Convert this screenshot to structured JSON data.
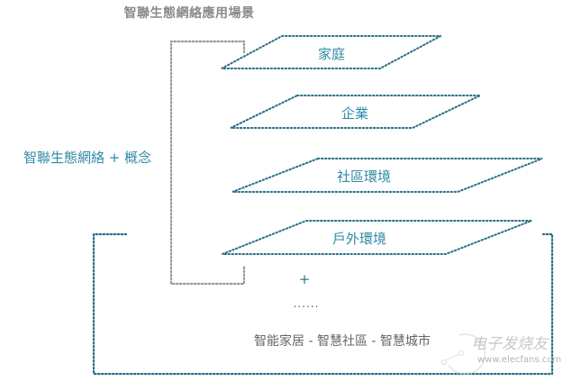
{
  "title": "智聯生態網絡應用場景",
  "concept_label": "智聯生態網絡 + 概念",
  "scenarios": [
    {
      "label": "家庭"
    },
    {
      "label": "企業"
    },
    {
      "label": "社區環境"
    },
    {
      "label": "戶外環境"
    }
  ],
  "plus_symbol": "+",
  "ellipsis": "......",
  "bottom_caption": "智能家居 - 智慧社區 - 智慧城市",
  "watermark": {
    "logo_text": "电子发烧友",
    "url": "www.elecfans.com"
  },
  "colors": {
    "accent_teal": "#2f8aa6",
    "dotted_teal": "#2a6f86",
    "bracket_gray": "#9a9a9a",
    "title_gray": "#8a8a8a",
    "caption_gray": "#666666"
  }
}
